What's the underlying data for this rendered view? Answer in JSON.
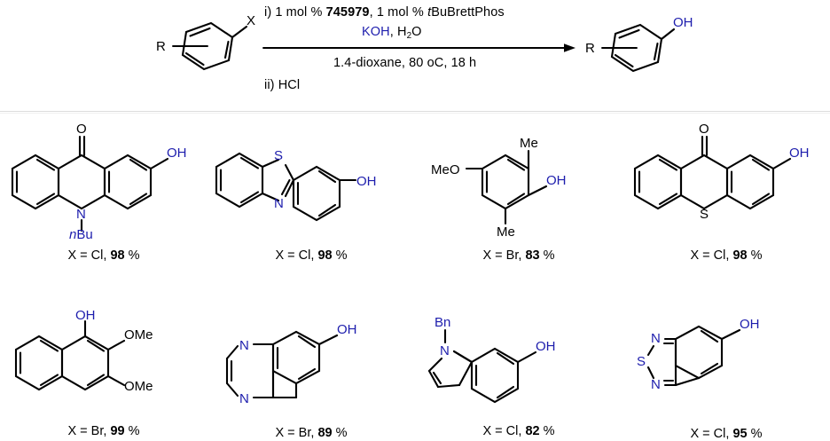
{
  "scheme": {
    "substrate": {
      "r_label": "R",
      "x_label": "X"
    },
    "conditions": {
      "step1_pre": "i) 1 mol % ",
      "catalyst": "745979",
      "step1_mid": ", 1 mol % ",
      "ligand_italic": "t",
      "ligand": "BuBrettPhos",
      "base": "KOH",
      "base_rest": ", H",
      "base_sub": "2",
      "base_end": "O",
      "solvent_line": "1.4-dioxane, 80 oC, 18 h",
      "step2": "ii) HCl"
    },
    "product": {
      "r_label": "R",
      "oh_label": "OH"
    },
    "arrow_name": "reaction-arrow"
  },
  "products": [
    {
      "id": "acridinone",
      "name": "n-butyl-hydroxy-acridinone",
      "caption_pre": "X = Cl, ",
      "caption_yield": "98",
      "caption_post": " %",
      "halide": "Cl",
      "yield_percent": 98,
      "labels": {
        "o": "O",
        "oh": "OH",
        "n": "N",
        "nbu_italic": "n",
        "nbu": "Bu"
      }
    },
    {
      "id": "benzothiazolyl-phenol",
      "name": "4-(benzothiazol-2-yl)phenol",
      "caption_pre": "X = Cl, ",
      "caption_yield": "98",
      "caption_post": " %",
      "halide": "Cl",
      "yield_percent": 98,
      "labels": {
        "s": "S",
        "n": "N",
        "oh": "OH"
      }
    },
    {
      "id": "dimethyl-methoxyphenol",
      "name": "4-methoxy-2,5-dimethylphenol",
      "caption_pre": "X = Br, ",
      "caption_yield": "83",
      "caption_post": " %",
      "halide": "Br",
      "yield_percent": 83,
      "labels": {
        "me_top": "Me",
        "me_bottom": "Me",
        "meo": "MeO",
        "oh": "OH"
      }
    },
    {
      "id": "thioxanthone",
      "name": "2-hydroxythioxanthone",
      "caption_pre": "X = Cl, ",
      "caption_yield": "98",
      "caption_post": " %",
      "halide": "Cl",
      "yield_percent": 98,
      "labels": {
        "o": "O",
        "s": "S",
        "oh": "OH"
      }
    },
    {
      "id": "dimethoxynaphthol",
      "name": "2,3-dimethoxynaphthalen-1-ol",
      "caption_pre": "X = Br, ",
      "caption_yield": "99",
      "caption_post": " %",
      "halide": "Br",
      "yield_percent": 99,
      "labels": {
        "oh": "OH",
        "ome_top": "OMe",
        "ome_bottom": "OMe"
      }
    },
    {
      "id": "quinoxalinol",
      "name": "quinoxalin-6-ol",
      "caption_pre": "X = Br, ",
      "caption_yield": "89",
      "caption_post": " %",
      "halide": "Br",
      "yield_percent": 89,
      "labels": {
        "n_top": "N",
        "n_bottom": "N",
        "oh": "OH"
      }
    },
    {
      "id": "benzyl-indolol",
      "name": "1-benzyl-1H-indol-6-ol",
      "caption_pre": "X = Cl, ",
      "caption_yield": "82",
      "caption_post": " %",
      "halide": "Cl",
      "yield_percent": 82,
      "labels": {
        "bn": "Bn",
        "n": "N",
        "oh": "OH"
      }
    },
    {
      "id": "benzothiadiazolol",
      "name": "benzo[c][1,2,5]thiadiazol-5-ol",
      "caption_pre": "X = Cl, ",
      "caption_yield": "95",
      "caption_post": " %",
      "halide": "Cl",
      "yield_percent": 95,
      "labels": {
        "n_top": "N",
        "n_bottom": "N",
        "s": "S",
        "oh": "OH"
      }
    }
  ],
  "colors": {
    "heteroatom_blue": "#1d1dad",
    "bond_black": "#000000",
    "divider_gray": "#dcdcdc",
    "background": "#ffffff"
  }
}
